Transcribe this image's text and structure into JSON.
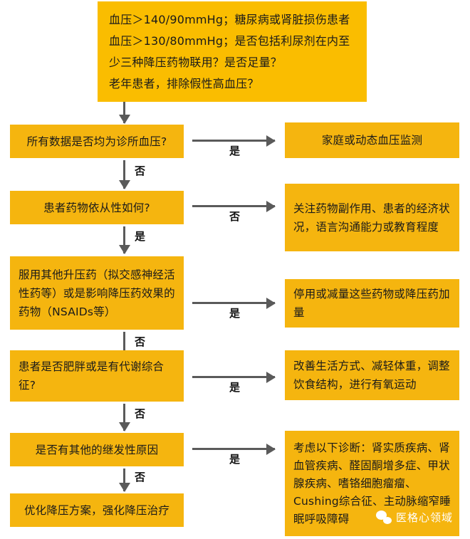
{
  "title_box": {
    "text": "血压＞140/90mmHg；糖尿病或肾脏损伤患者\n血压＞130/80mmHg；是否包括利尿剂在内至\n少三种降压药物联用？是否足量？\n老年患者，排除假性高血压？"
  },
  "steps": [
    {
      "question": "所有数据是否均为诊所血压?",
      "branch_label": "是",
      "answer": "家庭或动态血压监测",
      "next_label": "否"
    },
    {
      "question": "患者药物依从性如何?",
      "branch_label": "否",
      "answer": "关注药物副作用、患者的经济状况，语言沟通能力或教育程度",
      "next_label": "是"
    },
    {
      "question": "服用其他升压药（拟交感神经活性药等）或是影响降压药效果的药物（NSAIDs等）",
      "branch_label": "是",
      "answer": "停用或减量这些药物或降压药加量",
      "next_label": "否"
    },
    {
      "question": "患者是否肥胖或是有代谢综合征?",
      "branch_label": "是",
      "answer": "改善生活方式、减轻体重，调整饮食结构，进行有氧运动",
      "next_label": "否"
    },
    {
      "question": "是否有其他的继发性原因",
      "branch_label": "是",
      "answer": "考虑以下诊断：肾实质疾病、肾血管疾病、醛固酮增多症、甲状腺疾病、嗜铬细胞瘤瘤、Cushing综合征、主动脉缩窄睡眠呼吸障碍",
      "next_label": "否"
    }
  ],
  "final_box": {
    "text": "优化降压方案，强化降压治疗"
  },
  "watermark": {
    "brand": "医格心领域",
    "logo": "wechat-icon"
  },
  "colors": {
    "box_yellow": "#f5b50f",
    "top_box_yellow": "#fabd00",
    "arrow_gray": "#5a5a5a",
    "text_dark": "#1a1a1a",
    "watermark_text": "#ffffff"
  }
}
